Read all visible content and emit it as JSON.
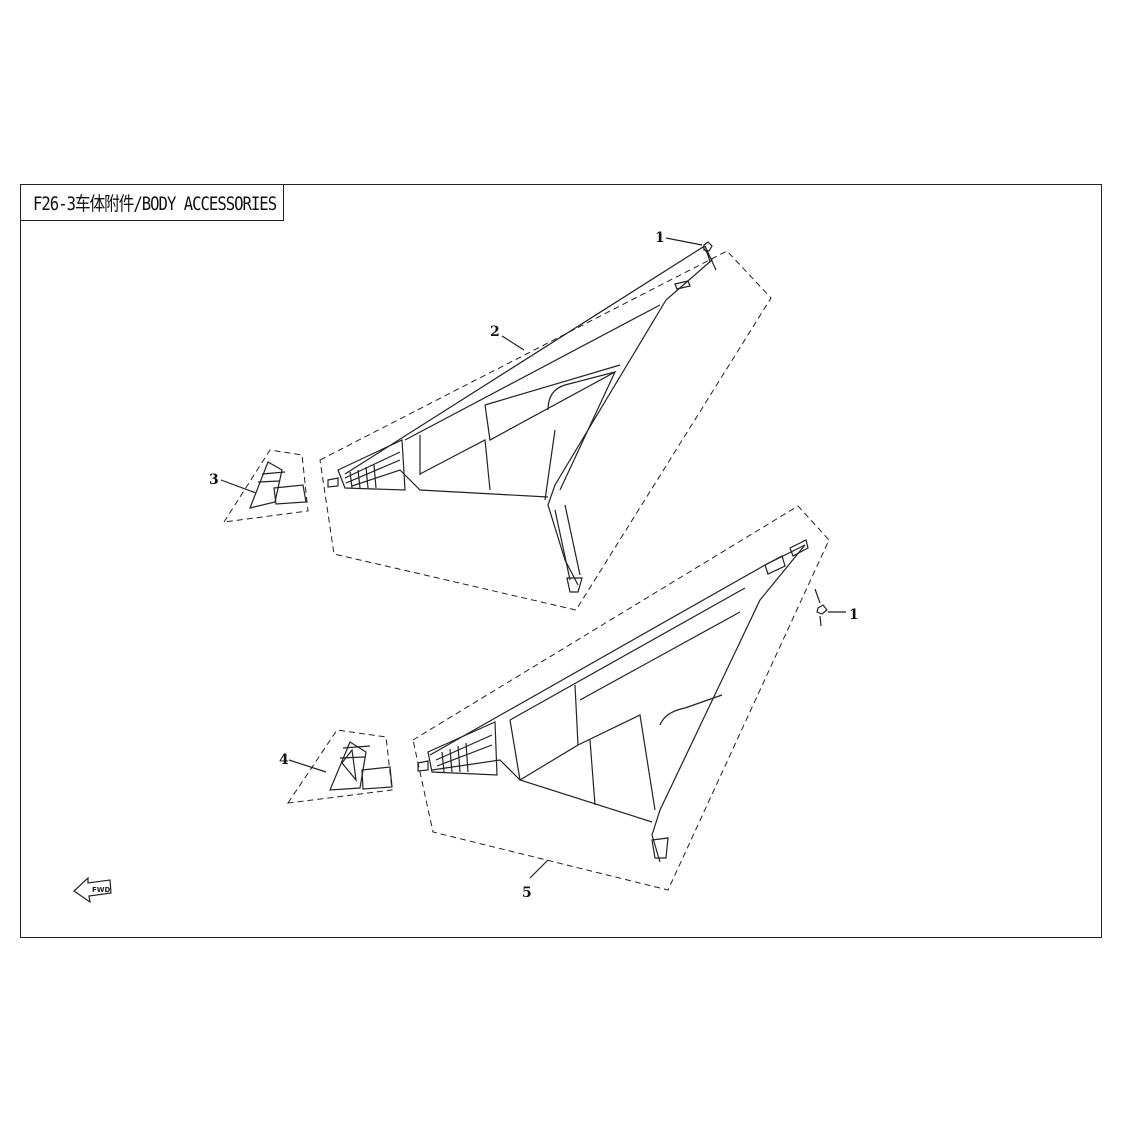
{
  "diagram": {
    "title": "F26-3车体附件/BODY ACCESSORIES",
    "callouts": [
      {
        "id": "c1a",
        "label": "1"
      },
      {
        "id": "c2",
        "label": "2"
      },
      {
        "id": "c3",
        "label": "3"
      },
      {
        "id": "c1b",
        "label": "1"
      },
      {
        "id": "c4",
        "label": "4"
      },
      {
        "id": "c5",
        "label": "5"
      }
    ],
    "fwd_label": "FWD"
  },
  "colors": {
    "line": "#222222",
    "background": "#ffffff"
  }
}
